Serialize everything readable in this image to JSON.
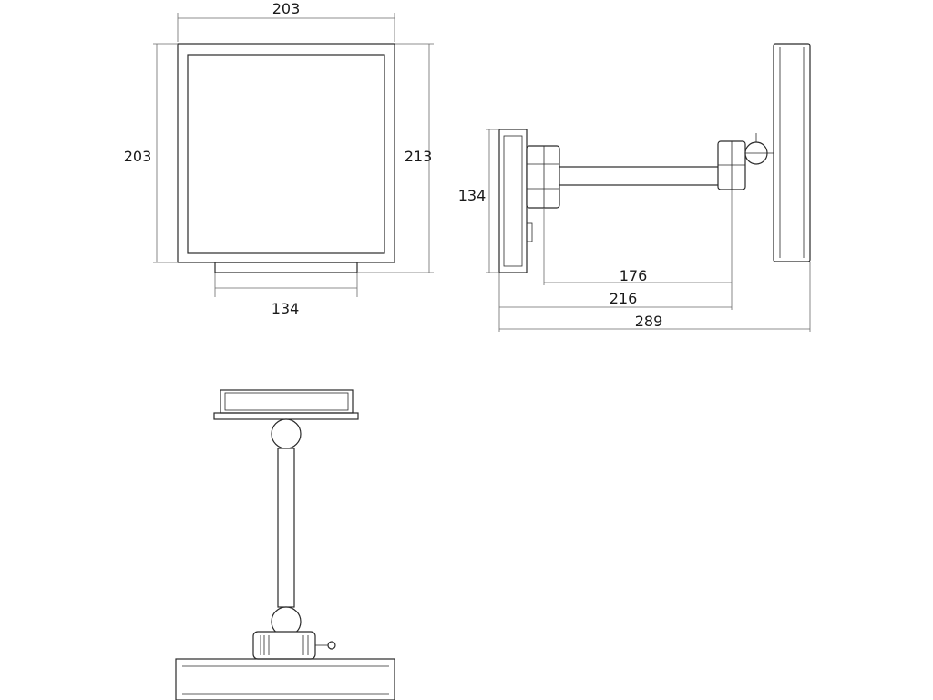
{
  "dimensions": {
    "front_width": "203",
    "front_height_left": "203",
    "front_height_right": "213",
    "front_base_width": "134",
    "side_mount_height": "134",
    "side_arm_176": "176",
    "side_arm_216": "216",
    "side_total_289": "289"
  }
}
